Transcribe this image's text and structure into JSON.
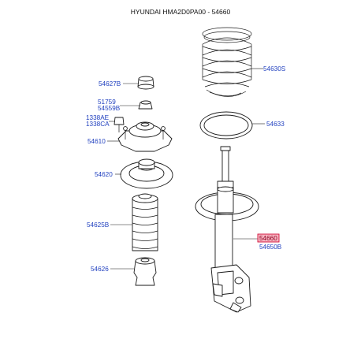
{
  "header": {
    "title": "HYUNDAI HMA2D0PA00 - 54660"
  },
  "colors": {
    "label": "#1f3fbf",
    "line": "#1a1a1a",
    "highlight_fill": "#f7b2bf",
    "highlight_stroke": "#d0103a"
  },
  "callouts": {
    "p54627B": "54627B",
    "p51759": "51759",
    "p54559B": "54559B",
    "p1338AE": "1338AE",
    "p1338CA": "1338CA",
    "p54610": "54610",
    "p54620": "54620",
    "p54625B": "54625B",
    "p54626": "54626",
    "p54630S": "54630S",
    "p54633": "54633",
    "p54660": "54660",
    "p54650B": "54650B"
  },
  "highlighted_part": "54660"
}
